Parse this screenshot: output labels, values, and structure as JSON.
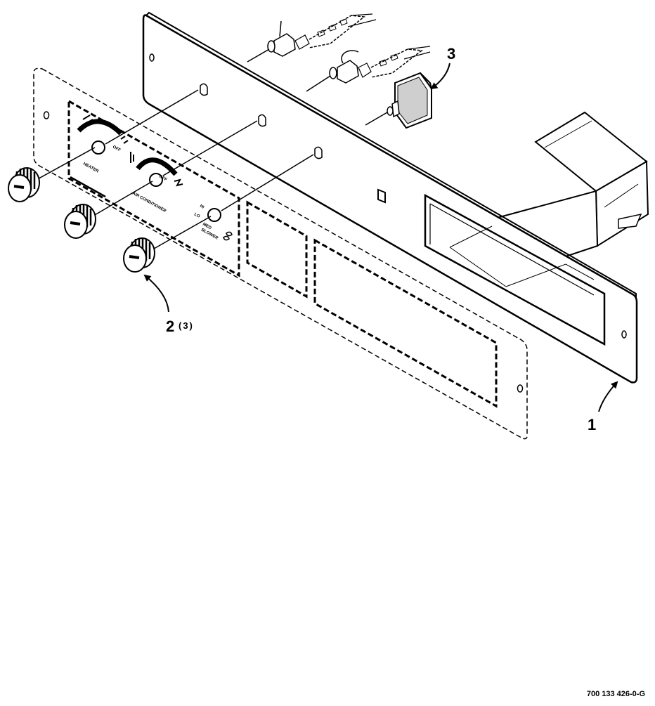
{
  "callouts": {
    "item_1": "1",
    "item_2": "2",
    "item_2_qty": "(3)",
    "item_3": "3"
  },
  "decal_labels": {
    "heater": "HEATER",
    "air_conditioner": "AIR CONDITIONER",
    "blower": "BLOWER",
    "hi": "HI",
    "med": "MED",
    "lo": "LO",
    "off": "OFF"
  },
  "figure_id": "700 133 426-0-G"
}
